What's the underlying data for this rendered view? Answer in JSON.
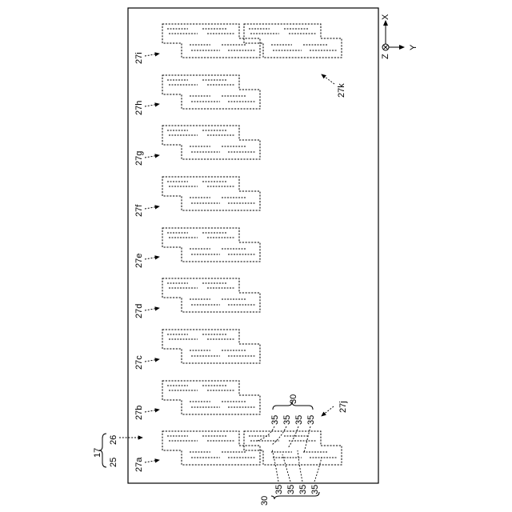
{
  "figure": {
    "modules": [
      {
        "id": "27a",
        "label": "27a"
      },
      {
        "id": "27b",
        "label": "27b"
      },
      {
        "id": "27c",
        "label": "27c"
      },
      {
        "id": "27d",
        "label": "27d"
      },
      {
        "id": "27e",
        "label": "27e"
      },
      {
        "id": "27f",
        "label": "27f"
      },
      {
        "id": "27g",
        "label": "27g"
      },
      {
        "id": "27h",
        "label": "27h"
      },
      {
        "id": "27i",
        "label": "27i"
      }
    ],
    "extra_modules": [
      {
        "id": "27j",
        "label": "27j"
      },
      {
        "id": "27k",
        "label": "27k"
      }
    ],
    "axes": {
      "x": "X",
      "y": "Y",
      "z": "Z"
    },
    "refs": {
      "ref_17": "17",
      "ref_25": "25",
      "ref_26": "26",
      "ref_30_top": "30",
      "ref_30_bottom": "30",
      "ref_35": "35"
    }
  }
}
